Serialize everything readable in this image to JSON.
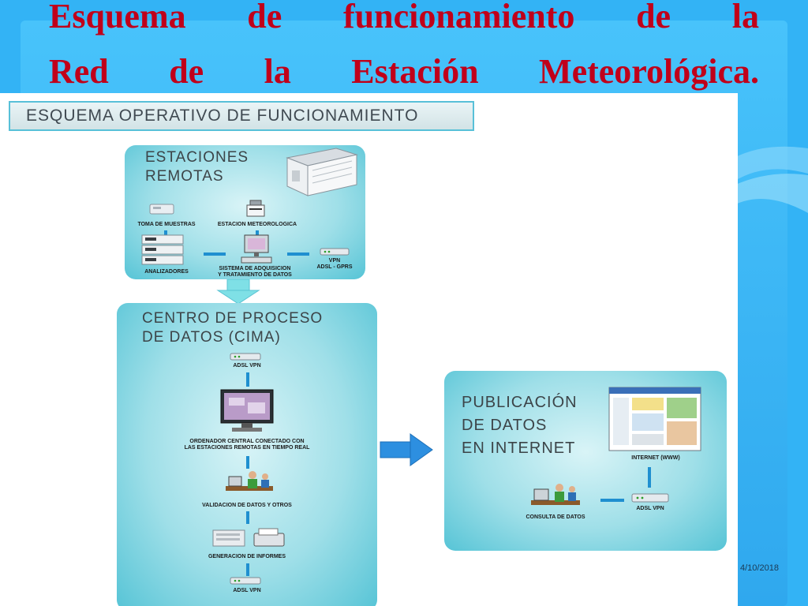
{
  "slide": {
    "title_line1": "Esquema de funcionamiento de la",
    "title_line2": "Red de la Estación Meteorológica.",
    "date": "4/10/2018"
  },
  "diagram": {
    "header": "ESQUEMA OPERATIVO DE FUNCIONAMIENTO",
    "remote": {
      "title_line1": "ESTACIONES",
      "title_line2": "REMOTAS",
      "toma": "TOMA DE MUESTRAS",
      "estacion": "ESTACION METEOROLOGICA",
      "analizadores": "ANALIZADORES",
      "sistema_line1": "SISTEMA DE ADQUISICION",
      "sistema_line2": "Y TRATAMIENTO DE DATOS",
      "vpn_line1": "VPN",
      "vpn_line2": "ADSL - GPRS"
    },
    "cima": {
      "title_line1": "CENTRO DE PROCESO",
      "title_line2": "DE DATOS (CIMA)",
      "adsl_top": "ADSL VPN",
      "ordenador_line1": "ORDENADOR CENTRAL CONECTADO CON",
      "ordenador_line2": "LAS ESTACIONES REMOTAS EN TIEMPO REAL",
      "validacion": "VALIDACION DE DATOS Y OTROS",
      "generacion": "GENERACION DE INFORMES",
      "adsl_bottom": "ADSL VPN"
    },
    "publicacion": {
      "title_line1": "PUBLICACIÓN",
      "title_line2": "DE DATOS",
      "title_line3": "EN INTERNET",
      "internet": "INTERNET (WWW)",
      "consulta": "CONSULTA DE DATOS",
      "adsl": "ADSL VPN"
    }
  }
}
